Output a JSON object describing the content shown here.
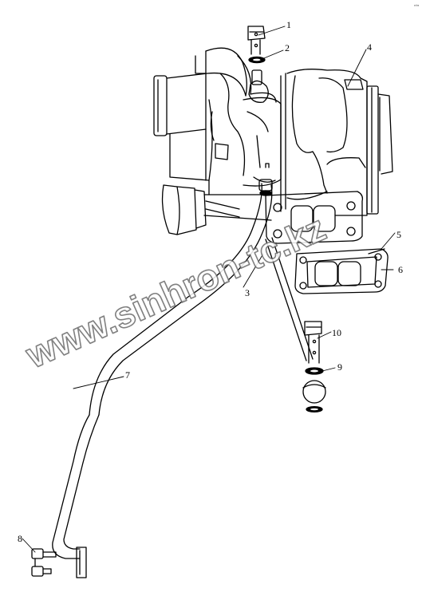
{
  "diagram": {
    "corner_mark": "ᵃᶜˡᵃᵃ",
    "watermark": "www.sinhron-tc.kz",
    "callouts": [
      {
        "id": "1",
        "label": "1"
      },
      {
        "id": "2",
        "label": "2"
      },
      {
        "id": "3",
        "label": "3"
      },
      {
        "id": "4",
        "label": "4"
      },
      {
        "id": "5",
        "label": "5"
      },
      {
        "id": "6",
        "label": "6"
      },
      {
        "id": "7",
        "label": "7"
      },
      {
        "id": "8",
        "label": "8"
      },
      {
        "id": "9",
        "label": "9"
      },
      {
        "id": "10",
        "label": "10"
      }
    ]
  }
}
